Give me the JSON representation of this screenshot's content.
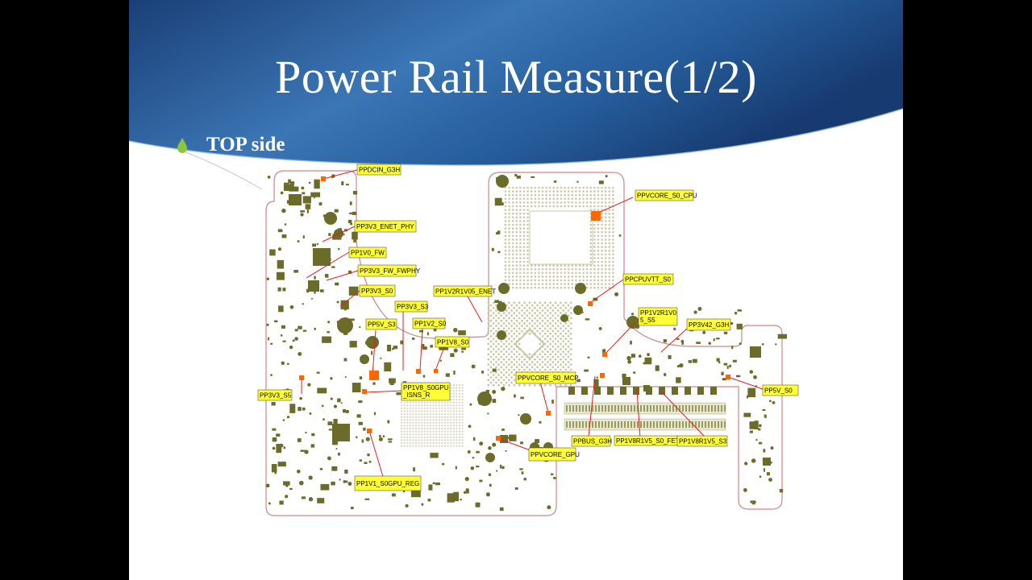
{
  "slide": {
    "title": "Power Rail Measure(1/2)",
    "bullet": "TOP side",
    "colors": {
      "header_dark": "#1e4a86",
      "header_light": "#3a74b4",
      "board_outline": "#c98a8a",
      "component": "#6b6b2a",
      "label_fill": "#ffff33",
      "leader_line": "#e02020",
      "test_pad": "#ff6600",
      "bullet_icon": "#8cc63f"
    }
  },
  "diagram": {
    "labels": [
      {
        "id": "ppdcin-g3h",
        "text": "PPDCIN_G3H"
      },
      {
        "id": "pp3v3-enet-phy",
        "text": "PP3V3_ENET_PHY"
      },
      {
        "id": "pp1v0-fw",
        "text": "PP1V0_FW"
      },
      {
        "id": "pp3v3-fw-fwphy",
        "text": "PP3V3_FW_FWPHY"
      },
      {
        "id": "pp3v3-s0",
        "text": "PP3V3_S0"
      },
      {
        "id": "pp3v3-s3",
        "text": "PP3V3_S3"
      },
      {
        "id": "pp1v2r1v05-enet",
        "text": "PP1V2R1V05_ENET"
      },
      {
        "id": "pp5v-s3",
        "text": "PP5V_S3"
      },
      {
        "id": "pp1v2-s0",
        "text": "PP1V2_S0"
      },
      {
        "id": "pp1v8-s0",
        "text": "PP1V8_S0"
      },
      {
        "id": "ppvcore-s0-cpu",
        "text": "PPVCORE_S0_CPU"
      },
      {
        "id": "ppcpuvtt-s0",
        "text": "PPCPUVTT_S0"
      },
      {
        "id": "pp1v2r1v05-s5",
        "text": "PP1V2R1V0 5_S5"
      },
      {
        "id": "pp3v42-g3h",
        "text": "PP3V42_G3H"
      },
      {
        "id": "pp3v3-s5",
        "text": "PP3V3_S5"
      },
      {
        "id": "pp1v8-s0gpu-isns-r",
        "text": "PP1V8_S0GPU _ISNS_R"
      },
      {
        "id": "ppvcore-s0-mcp",
        "text": "PPVCORE_S0_MCP"
      },
      {
        "id": "pp5v-s0",
        "text": "PP5V_S0"
      },
      {
        "id": "ppbus-g3h",
        "text": "PPBUS_G3H"
      },
      {
        "id": "pp1v8r1v5-s0-fet",
        "text": "PP1V8R1V5_S0_FET"
      },
      {
        "id": "pp1v8r1v5-s3",
        "text": "PP1V8R1V5_S3"
      },
      {
        "id": "ppvcore-gpu",
        "text": "PPVCORE_GPU"
      },
      {
        "id": "pp1v1-s0gpu-reg",
        "text": "PP1V1_S0GPU_REG"
      }
    ]
  }
}
